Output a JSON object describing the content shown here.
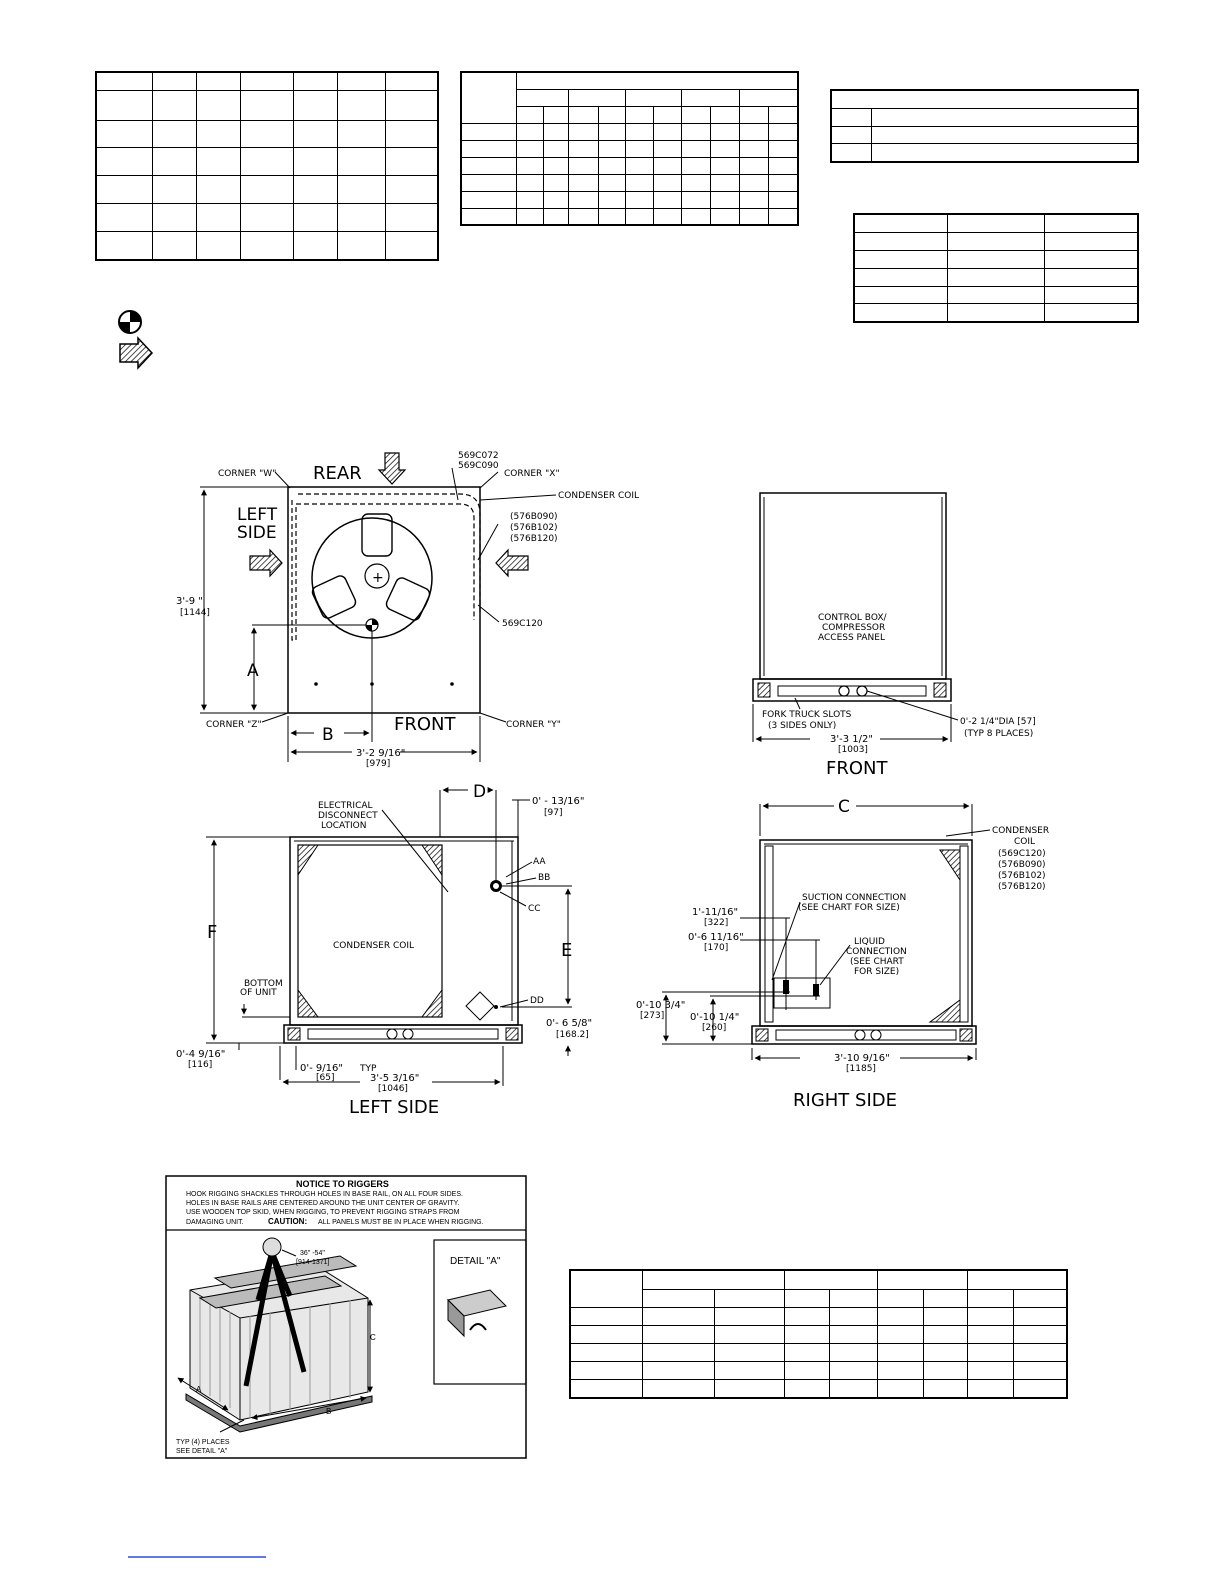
{
  "drawing_labels": {
    "top_view": {
      "corner_w": "CORNER \"W\"",
      "rear": "REAR",
      "model_group_1a": "569C072",
      "model_group_1b": "569C090",
      "corner_x": "CORNER \"X\"",
      "condenser_coil": "CONDENSER COIL",
      "left_side_1": "LEFT",
      "left_side_2": "SIDE",
      "model_list": [
        "(576B090)",
        "(576B102)",
        "(576B120)"
      ],
      "model_569c120": "569C120",
      "height_dim": "3'-9 \"",
      "height_mm": "[1144]",
      "dim_a": "A",
      "dim_b": "B",
      "corner_z": "CORNER \"Z\"",
      "front": "FRONT",
      "corner_y": "CORNER \"Y\"",
      "width_dim": "3'-2 9/16\"",
      "width_mm": "[979]"
    },
    "front_view": {
      "panel_1": "CONTROL BOX/",
      "panel_2": "COMPRESSOR",
      "panel_3": "ACCESS PANEL",
      "fork_1": "FORK TRUCK SLOTS",
      "fork_2": "(3 SIDES ONLY)",
      "hole_dim": "0'-2 1/4\"DIA [57]",
      "hole_note": "(TYP 8 PLACES)",
      "width_dim": "3'-3 1/2\"",
      "width_mm": "[1003]",
      "title": "FRONT"
    },
    "left_view": {
      "dim_d": "D",
      "dim_d_offset": "0' - 13/16\"",
      "dim_d_offset_mm": "[97]",
      "elec_1": "ELECTRICAL",
      "elec_2": "DISCONNECT",
      "elec_3": "LOCATION",
      "aa": "AA",
      "bb": "BB",
      "cc": "CC",
      "dd": "DD",
      "dim_f": "F",
      "dim_e": "E",
      "coil": "CONDENSER COIL",
      "bottom_1": "BOTTOM",
      "bottom_2": "OF UNIT",
      "dd_dim": "0'- 6 5/8\"",
      "dd_mm": "[168.2]",
      "base_dim": "0'-4 9/16\"",
      "base_mm": "[116]",
      "typ_dim": "0'- 9/16\"",
      "typ_word": "TYP",
      "typ_mm": "[65]",
      "width_dim": "3'-5 3/16\"",
      "width_mm": "[1046]",
      "title": "LEFT SIDE"
    },
    "right_view": {
      "dim_c": "C",
      "coil_1": "CONDENSER",
      "coil_2": "COIL",
      "coil_models": [
        "(569C120)",
        "(576B090)",
        "(576B102)",
        "(576B120)"
      ],
      "suction_1": "SUCTION CONNECTION",
      "suction_2": "(SEE CHART FOR SIZE)",
      "d1": "1'-11/16\"",
      "d1_mm": "[322]",
      "d2": "0'-6 11/16\"",
      "d2_mm": "[170]",
      "liquid": [
        "LIQUID",
        "CONNECTION",
        "(SEE CHART",
        "FOR SIZE)"
      ],
      "d3": "0'-10 3/4\"",
      "d3_mm": "[273]",
      "d4": "0'-10 1/4\"",
      "d4_mm": "[260]",
      "width_dim": "3'-10 9/16\"",
      "width_mm": "[1185]",
      "title": "RIGHT SIDE"
    }
  },
  "rigging": {
    "title": "NOTICE TO RIGGERS",
    "line1": "HOOK RIGGING SHACKLES THROUGH HOLES IN BASE RAIL, ON ALL FOUR SIDES.",
    "line2": "HOLES IN BASE RAILS ARE CENTERED AROUND THE UNIT CENTER OF GRAVITY.",
    "line3": "USE WOODEN TOP SKID, WHEN RIGGING, TO PREVENT RIGGING STRAPS FROM",
    "line4": "DAMAGING UNIT.",
    "caution_label": "CAUTION:",
    "caution_text": "ALL PANELS MUST BE IN PLACE WHEN RIGGING.",
    "sling_dim": "36\" -54\"",
    "sling_mm": "[914-1371]",
    "detail": "DETAIL \"A\"",
    "dim_c": "C",
    "dim_a": "A",
    "dim_b": "B",
    "typ_1": "TYP (4) PLACES",
    "typ_2": "SEE DETAIL \"A\""
  }
}
